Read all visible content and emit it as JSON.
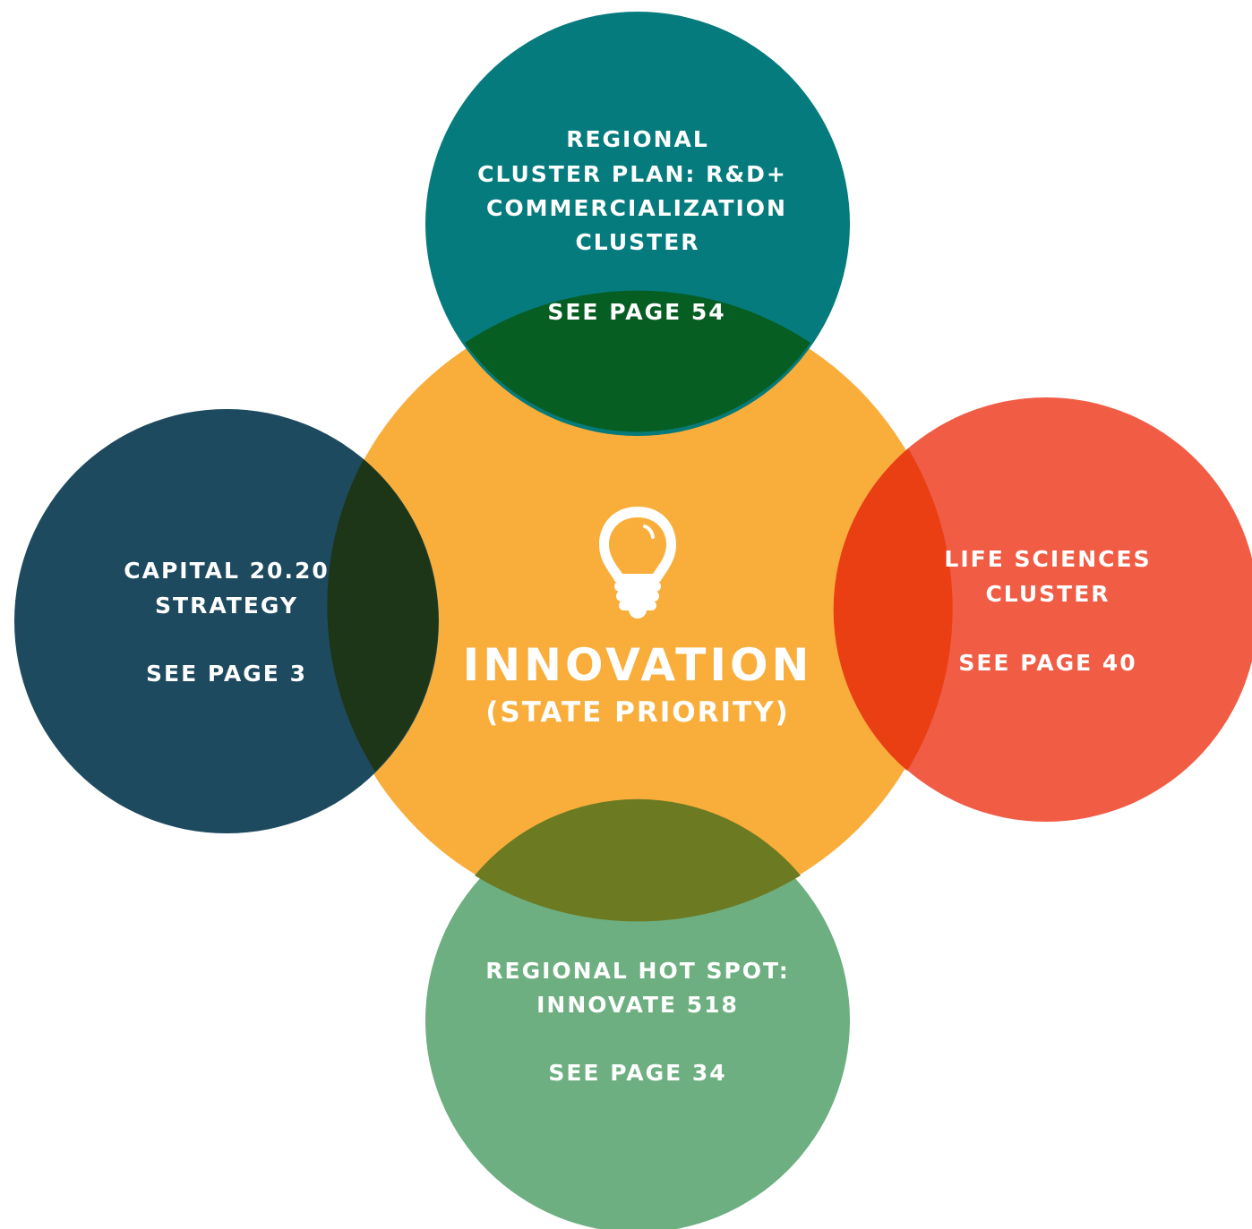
{
  "center": {
    "icon": "lightbulb-icon",
    "title": "INNOVATION",
    "subtitle": "(STATE PRIORITY)",
    "color": "#F9AE3B"
  },
  "circles": {
    "top": {
      "lines": [
        "REGIONAL",
        "CLUSTER PLAN: R&D+",
        "COMMERCIALIZATION",
        "CLUSTER"
      ],
      "page": "SEE PAGE 54",
      "color": "#00787A"
    },
    "left": {
      "lines": [
        "CAPITAL 20.20",
        "STRATEGY"
      ],
      "page": "SEE PAGE 3",
      "color": "#1D4A5F"
    },
    "right": {
      "lines": [
        "LIFE SCIENCES",
        "CLUSTER"
      ],
      "page": "SEE PAGE 40",
      "color": "#F0553D"
    },
    "bottom": {
      "lines": [
        "REGIONAL HOT SPOT:",
        "INNOVATE 518"
      ],
      "page": "SEE PAGE 34",
      "color": "#62A873"
    }
  }
}
